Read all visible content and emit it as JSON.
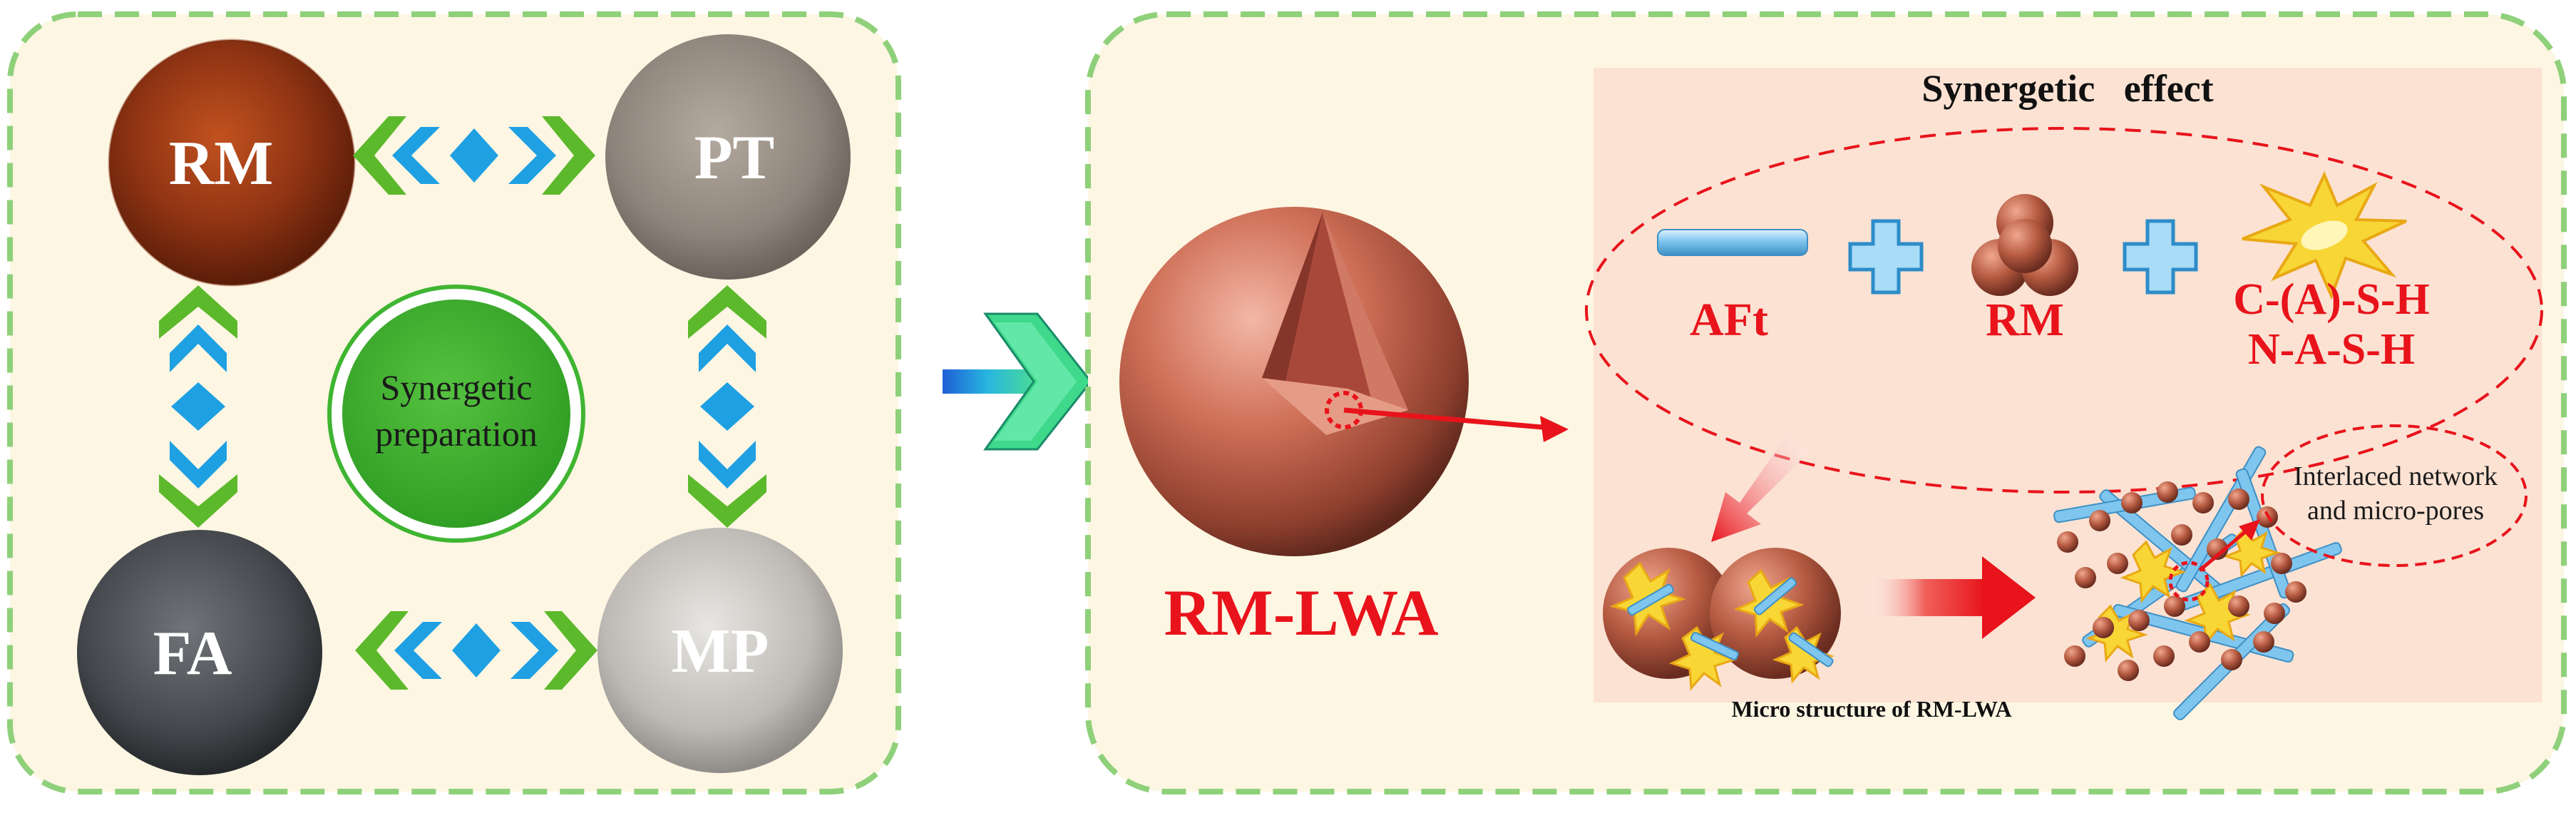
{
  "left_panel": {
    "materials": {
      "rm": "RM",
      "pt": "PT",
      "fa": "FA",
      "mp": "MP"
    },
    "center_line1": "Synergetic",
    "center_line2": "preparation"
  },
  "right_panel": {
    "product_label": "RM-LWA",
    "synergy": {
      "title": "Synergetic   effect",
      "aft": "AFt",
      "rm": "RM",
      "csh": "C-(A)-S-H",
      "nash": "N-A-S-H"
    },
    "network_note_line1": "Interlaced network",
    "network_note_line2": "and micro-pores",
    "micro_caption": "Micro structure of RM-LWA"
  },
  "colors": {
    "panel_fill": "#fdf6e3",
    "dash_border": "#8fd07a",
    "peach_box": "#fbe2d3",
    "accent_red": "#e8131b",
    "chevron_green": "#5cb92b",
    "diamond_blue": "#1ea0e3",
    "center_circle": "#3fb531",
    "sphere": "#c4644e"
  },
  "icons": {
    "double_arrow": "double-chevron-arrow-icon",
    "plus": "plus-icon",
    "big_arrow": "right-arrow-icon"
  }
}
